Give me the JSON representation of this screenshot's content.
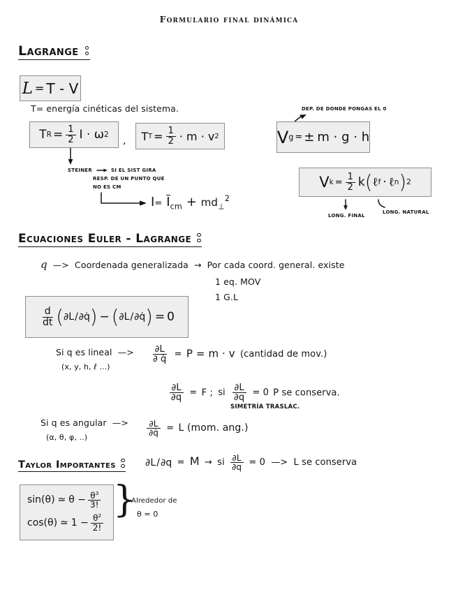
{
  "document": {
    "title": "Formulario final dinámica",
    "language": "es",
    "background_color": "#ffffff",
    "ink_color": "#141414",
    "box_fill_color": "#eeeeee",
    "box_border_color": "#8d8d8d"
  },
  "sections": {
    "lagrange": {
      "heading": "Lagrange",
      "heading_colon": ":",
      "lagrangian_box": {
        "lhs": "L",
        "eq": "=",
        "rhs": "T - V",
        "full": "L = T - V"
      },
      "kinetic_note": "T= energía cinéticas del sistema.",
      "rotational_box": {
        "lhs": "T",
        "lhs_sub": "R",
        "eq": "=",
        "coef_num": "1",
        "coef_den": "2",
        "terms": "I · ω",
        "exponent": "2",
        "full": "T_R = 1/2 I·ω²"
      },
      "comma_separator": ",",
      "translational_box": {
        "lhs": "T",
        "lhs_sub": "T",
        "eq": "=",
        "coef_num": "1",
        "coef_den": "2",
        "terms": "· m · v",
        "exponent": "2",
        "full": "T_T = 1/2 · m · v²"
      },
      "steiner_note_lines": [
        "Steiner",
        "si el sist gira",
        "resp. de un punto que",
        "no es CM"
      ],
      "steiner_arrow_symbol": "→",
      "steiner_formula": {
        "lhs": "I",
        "eq": "=",
        "rhs_bar": "I",
        "rhs_sub": "cm",
        "plus": "+",
        "tail": "md",
        "tail_sub": "⊥",
        "tail_exp": "2",
        "full": "I = Ī_cm + m d⊥²"
      },
      "gravity_box": {
        "lhs": "V",
        "lhs_sub": "g",
        "eq": "=",
        "sign": "±",
        "rhs": "m · g · h",
        "full": "V_g = ± m·g·h"
      },
      "gravity_note": "Dep. de donde pongas el 0",
      "spring_box": {
        "lhs": "V",
        "lhs_sub": "k",
        "eq": "=",
        "coef_num": "1",
        "coef_den": "2",
        "k": "k",
        "open": "(",
        "l_final": "ℓ",
        "l_final_sub": "f",
        "dot": "·",
        "l_natural": "ℓ",
        "l_natural_sub": "n",
        "close": ")",
        "exponent": "2",
        "full": "V_k = 1/2 k (ℓ_f · ℓ_n)²"
      },
      "spring_note_left": "Long. FINAL",
      "spring_note_right": "Long. NATURAL"
    },
    "euler_lagrange": {
      "heading": "Ecuaciones Euler - Lagrange",
      "heading_colon": ":",
      "coordinate_note": {
        "symbol": "q",
        "arrow": "—>",
        "text": "Coordenada generalizada",
        "arrow2": "→",
        "consequence": "Por cada coord. general. existe"
      },
      "consequence_lines": [
        "1 eq. MOV",
        "1 G.L"
      ],
      "equation_box": {
        "d_num": "d",
        "d_den": "dt",
        "open": "(",
        "partial_num": "∂L",
        "partial_den": "∂q̇",
        "close": ")",
        "minus": "−",
        "open2": "(",
        "partial2_num": "∂L",
        "partial2_den": "∂q̇",
        "close2": ")",
        "eq": "=",
        "rhs": "0",
        "full": "d/dt (∂L/∂q̇) − (∂L/∂q) = 0"
      },
      "linear_case": {
        "condition": "Si q es lineal",
        "arrow": "—>",
        "examples": "(x, y, h, ℓ ...)",
        "partial_num": "∂L",
        "partial_den": "∂ q̇",
        "eq": "=",
        "result": "P = m · v",
        "note": "(cantidad de mov.)"
      },
      "conservation_note": {
        "partial_num": "∂L",
        "partial_den": "∂q",
        "eq": "=",
        "force": "F ;",
        "si": "si",
        "partial2_num": "∂L",
        "partial2_den": "∂q",
        "eq2": "= 0",
        "result": "P se conserva.",
        "symmetry": "Simetría Traslac."
      },
      "angular_case": {
        "condition": "Si q es angular",
        "arrow": "—>",
        "examples": "(α, θ, φ, ..)",
        "partial_num": "∂L",
        "partial_den": "∂q̇",
        "eq": "=",
        "result": "L (mom. ang.)"
      },
      "angular_conservation": {
        "partial_num": "∂L",
        "partial_den": "∂q",
        "eq": "=",
        "moment": "M",
        "arrow": "→",
        "si": "si",
        "partial2_num": "∂L",
        "partial2_den": "∂q",
        "eq2": "= 0",
        "arrow2": "—>",
        "result": "L se conserva"
      }
    },
    "taylor": {
      "heading": "Taylor Importantes",
      "heading_colon": ":",
      "box": {
        "sin_lhs": "sin(θ)",
        "sin_approx": "≃",
        "sin_rhs_first": "θ −",
        "sin_frac_num": "θ",
        "sin_frac_num_exp": "3",
        "sin_frac_den": "3!",
        "cos_lhs": "cos(θ)",
        "cos_approx": "≃",
        "cos_rhs_first": "1 −",
        "cos_frac_num": "θ",
        "cos_frac_num_exp": "2",
        "cos_frac_den": "2!",
        "sin_full": "sin(θ) ≃ θ − θ³/3!",
        "cos_full": "cos(θ) ≃ 1 − θ²/2!"
      },
      "note_line1": "Alrededor de",
      "note_line2": "θ = 0"
    }
  }
}
